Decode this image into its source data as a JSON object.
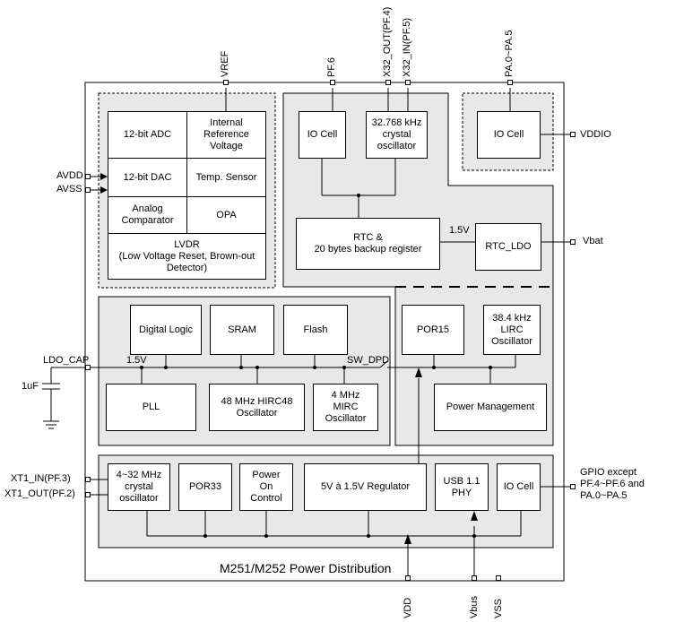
{
  "diagram": {
    "title": "M251/M252 Power Distribution",
    "analog": {
      "adc": "12-bit ADC",
      "ref": "Internal\nReference\nVoltage",
      "dac": "12-bit DAC",
      "temp": "Temp. Sensor",
      "comp": "Analog\nComparator",
      "opa": "OPA",
      "lvdr": "LVDR\n(Low Voltage Reset, Brown-out\nDetector)"
    },
    "rtc": {
      "io_cell": "IO Cell",
      "osc32": "32.768 kHz\ncrystal\noscillator",
      "rtc": "RTC &\n20 bytes backup register",
      "ldo": "RTC_LDO",
      "v15": "1.5V"
    },
    "vddio_block": {
      "io_cell": "IO Cell"
    },
    "core": {
      "digital": "Digital Logic",
      "sram": "SRAM",
      "flash": "Flash",
      "pll": "PLL",
      "hirc": "48 MHz HIRC48\nOscillator",
      "mirc": "4 MHz\nMIRC\nOscillator",
      "v15": "1.5V",
      "sw_dpd": "SW_DPD"
    },
    "power": {
      "por15": "POR15",
      "lirc": "38.4 kHz\nLIRC\nOscillator",
      "pm": "Power Management"
    },
    "bottom": {
      "hxt": "4~32 MHz\ncrystal\noscillator",
      "por33": "POR33",
      "poc": "Power\nOn\nControl",
      "reg": "5V à 1.5V Regulator",
      "usb": "USB 1.1\nPHY",
      "io_cell": "IO Cell"
    },
    "pins": {
      "vref": "VREF",
      "pf6": "PF.6",
      "x32out": "X32_OUT(PF.4)",
      "x32in": "X32_IN(PF.5)",
      "pa": "PA.0~PA.5",
      "vddio": "VDDIO",
      "vbat": "Vbat",
      "avdd": "AVDD",
      "avss": "AVSS",
      "ldo_cap": "LDO_CAP",
      "cap": "1uF",
      "xt1in": "XT1_IN(PF.3)",
      "xt1out": "XT1_OUT(PF.2)",
      "gpio": "GPIO except\nPF.4~PF.6 and\nPA.0~PA.5",
      "vdd": "VDD",
      "vbus": "Vbus",
      "vss": "VSS"
    }
  }
}
